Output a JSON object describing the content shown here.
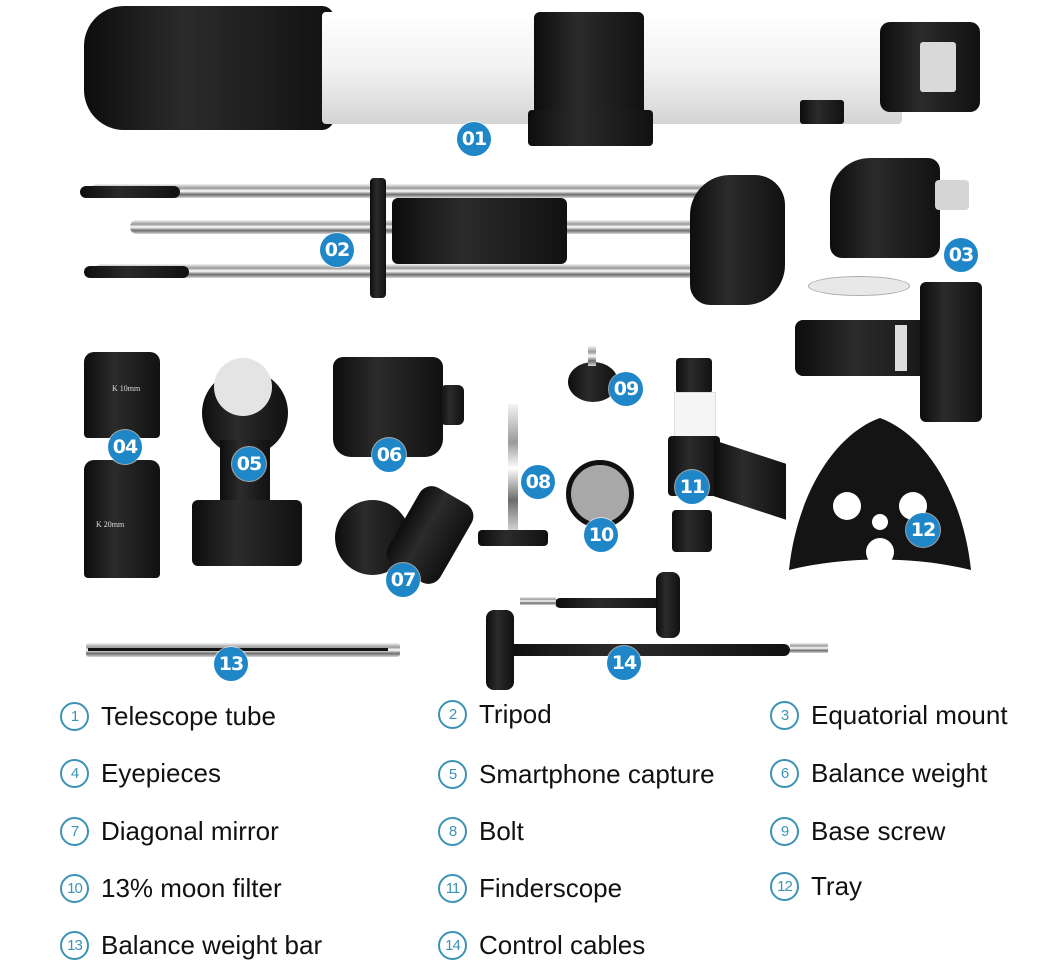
{
  "badge_color": "#1f86c8",
  "legend_circle_color": "#3d93b5",
  "photo_badges": [
    {
      "id": "01",
      "part": "Telescope tube"
    },
    {
      "id": "02",
      "part": "Tripod"
    },
    {
      "id": "03",
      "part": "Equatorial mount"
    },
    {
      "id": "04",
      "part": "Eyepieces"
    },
    {
      "id": "05",
      "part": "Smartphone capture"
    },
    {
      "id": "06",
      "part": "Balance weight"
    },
    {
      "id": "07",
      "part": "Diagonal mirror"
    },
    {
      "id": "08",
      "part": "Bolt"
    },
    {
      "id": "09",
      "part": "Base screw"
    },
    {
      "id": "10",
      "part": "13% moon filter"
    },
    {
      "id": "11",
      "part": "Finderscope"
    },
    {
      "id": "12",
      "part": "Tray"
    },
    {
      "id": "13",
      "part": "Balance weight bar"
    },
    {
      "id": "14",
      "part": "Control cables"
    }
  ],
  "eyepiece_labels": {
    "top": "K 10mm",
    "bottom": "K 20mm"
  },
  "legend": [
    {
      "num": "1",
      "label": "Telescope tube"
    },
    {
      "num": "2",
      "label": "Tripod"
    },
    {
      "num": "3",
      "label": "Equatorial mount"
    },
    {
      "num": "4",
      "label": "Eyepieces"
    },
    {
      "num": "5",
      "label": "Smartphone capture"
    },
    {
      "num": "6",
      "label": "Balance weight"
    },
    {
      "num": "7",
      "label": "Diagonal mirror"
    },
    {
      "num": "8",
      "label": "Bolt"
    },
    {
      "num": "9",
      "label": "Base screw"
    },
    {
      "num": "10",
      "label": "13% moon filter"
    },
    {
      "num": "11",
      "label": "Finderscope"
    },
    {
      "num": "12",
      "label": "Tray"
    },
    {
      "num": "13",
      "label": "Balance weight bar"
    },
    {
      "num": "14",
      "label": "Control cables"
    }
  ]
}
